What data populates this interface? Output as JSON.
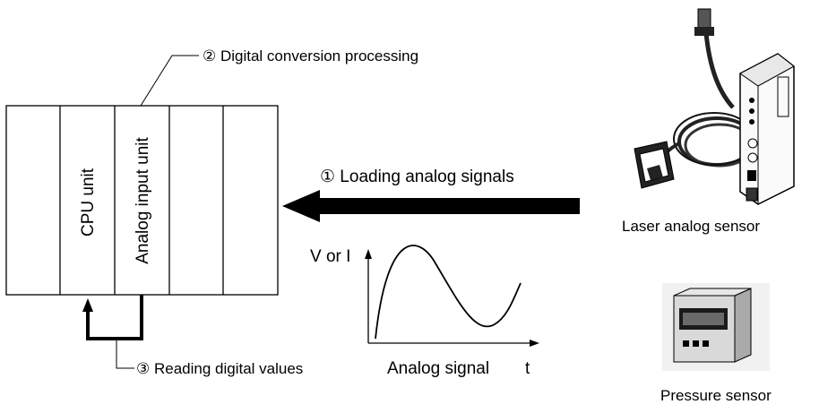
{
  "plc": {
    "slots": [
      "",
      "CPU unit",
      "Analog input unit",
      "",
      ""
    ]
  },
  "callouts": {
    "digital_conversion": "② Digital conversion processing",
    "loading_analog": "① Loading analog signals",
    "reading_digital": "③ Reading digital values"
  },
  "graph": {
    "y_label": "V or I",
    "x_caption": "Analog signal",
    "x_var": "t"
  },
  "sensors": {
    "laser_label": "Laser analog sensor",
    "pressure_label": "Pressure sensor"
  },
  "icons": {
    "laser_sensor": "laser-analog-sensor-icon",
    "pressure_sensor": "pressure-sensor-icon",
    "flow_arrow": "left-arrow-icon"
  }
}
